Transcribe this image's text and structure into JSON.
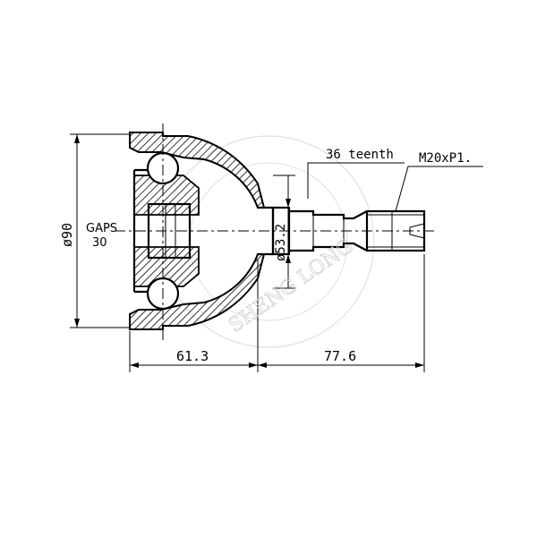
{
  "drawing": {
    "labels": {
      "teeth": "36 teenth",
      "thread": "M20xP1.",
      "gaps_title": "GAPS",
      "gaps_value": "30",
      "outer_diameter": "ø90",
      "shaft_diameter": "ø53.2",
      "length_bell": "61.3",
      "length_shaft": "77.6"
    },
    "watermark": "SHENG LONG"
  },
  "colors": {
    "line": "#000000",
    "hatch": "#000000",
    "background": "#ffffff",
    "watermark": "#cfcfcf"
  }
}
